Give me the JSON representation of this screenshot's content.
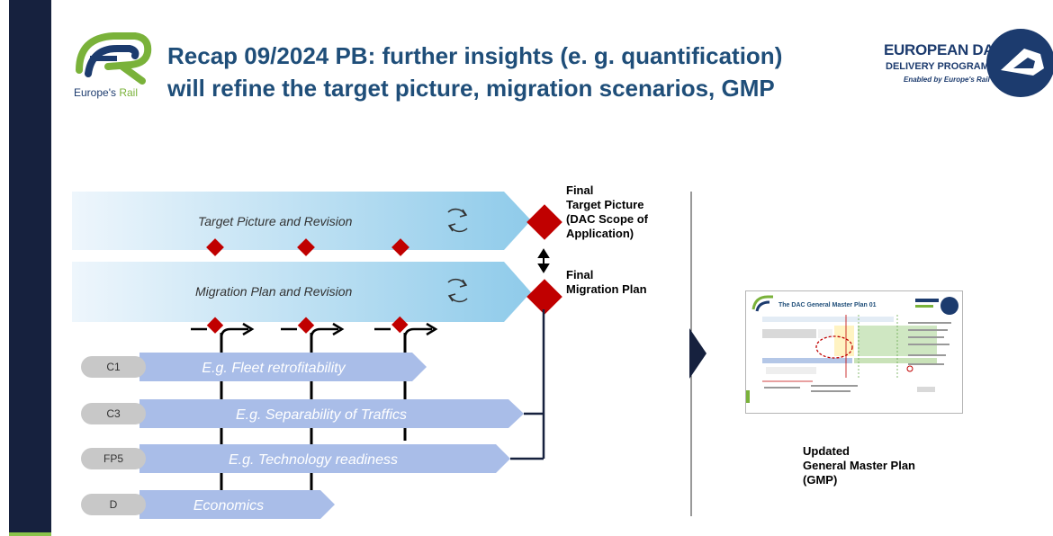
{
  "header": {
    "title_line1": "Recap 09/2024 PB: further insights (e. g. quantification)",
    "title_line2": "will refine the target picture, migration scenarios, GMP"
  },
  "logo_left": {
    "text_main": "Europe's ",
    "text_accent": "Rail"
  },
  "logo_right": {
    "line1": "EUROPEAN DAC",
    "line2": "DELIVERY PROGRAMME",
    "line3": "Enabled by Europe's Rail"
  },
  "lanes": [
    {
      "label": "Target Picture and Revision"
    },
    {
      "label": "Migration Plan and Revision"
    }
  ],
  "bars": [
    {
      "tag": "C1",
      "label": "E.g. Fleet  retrofitability"
    },
    {
      "tag": "C3",
      "label": "E.g. Separability of Traffics"
    },
    {
      "tag": "FP5",
      "label": "E.g. Technology readiness"
    },
    {
      "tag": "D",
      "label": "Economics"
    }
  ],
  "milestones": {
    "final_target": [
      "Final",
      "Target Picture",
      "(DAC Scope of",
      "Application)"
    ],
    "final_migration": [
      "Final",
      "Migration Plan"
    ]
  },
  "output": {
    "thumbnail_title": "The DAC General Master Plan 01",
    "label": [
      "Updated",
      "General Master Plan",
      "(GMP)"
    ]
  },
  "colors": {
    "navy": "#16213e",
    "title": "#1f4e79",
    "lane_light": "#eef6fc",
    "lane_dark": "#8fcbea",
    "bar": "#a9bde8",
    "diamond": "#c00000",
    "tag": "#c8c8c8"
  }
}
